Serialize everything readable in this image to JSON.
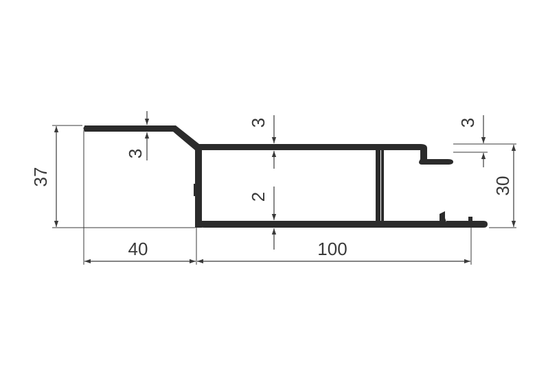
{
  "dimensions": {
    "total_height": "37",
    "frame_height": "30",
    "flange_width": "40",
    "frame_width": "100",
    "flange_thickness": "3",
    "top_wall_thickness": "3",
    "lip_thickness": "3",
    "inner_wall_thickness": "2"
  },
  "colors": {
    "profile": "#2b2b2b",
    "dimension": "#3a3a3a",
    "background": "#ffffff"
  }
}
